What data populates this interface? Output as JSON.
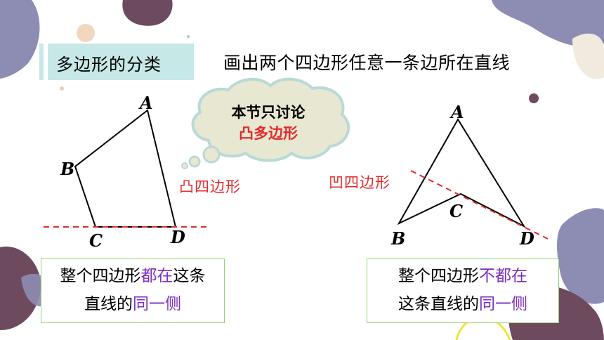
{
  "slide": {
    "section_label": "多边形的分类",
    "heading": "画出两个四边形任意一条边所在直线"
  },
  "cloud": {
    "line1": "本节只讨论",
    "line2": "凸多边形"
  },
  "left_figure": {
    "type_label": "凸四边形",
    "vertices": {
      "A": "A",
      "B": "B",
      "C": "C",
      "D": "D"
    },
    "caption": {
      "part1": "整个四边形",
      "highlight1": "都在",
      "part2": "这条",
      "part3": "直线的",
      "highlight2": "同一侧"
    }
  },
  "right_figure": {
    "type_label": "凹四边形",
    "vertices": {
      "A": "A",
      "B": "B",
      "C": "C",
      "D": "D"
    },
    "caption": {
      "part1": "整个四边形",
      "highlight1": "不都在",
      "part2": "这条直线的",
      "highlight2": "同一侧"
    }
  },
  "colors": {
    "accent_teal": "#c6e8e7",
    "highlight_purple": "#7b2fbf",
    "label_red": "#e22b2b",
    "caption_border": "#8fd46d",
    "decor_dark_purple": "#6e4a5e",
    "decor_lavender": "#8d8cb3"
  }
}
